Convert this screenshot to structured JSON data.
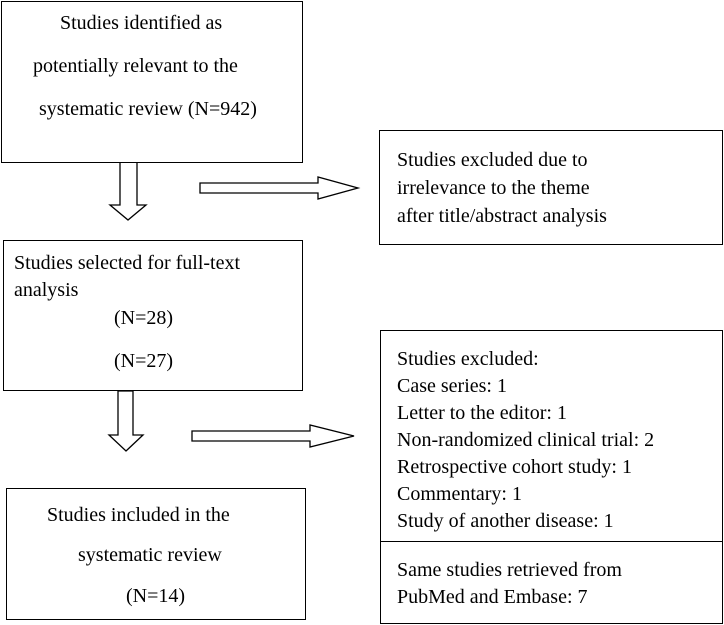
{
  "boxes": {
    "identified": {
      "lines": [
        "Studies identified as",
        "potentially relevant to the",
        "systematic review (N=942)"
      ]
    },
    "excluded_title": {
      "lines": [
        "Studies excluded due to",
        "irrelevance to the theme",
        "after title/abstract analysis"
      ]
    },
    "selected": {
      "lines": [
        "Studies selected for full-text",
        "analysis",
        "(N=28)",
        "(N=27)"
      ]
    },
    "excluded_fulltext": {
      "lines": [
        "Studies excluded:",
        "Case series: 1",
        "Letter to the editor: 1",
        "Non-randomized clinical trial: 2",
        "Retrospective cohort study: 1",
        "Commentary: 1",
        "Study of another disease: 1"
      ],
      "duplicates_lines": [
        "Same studies retrieved from",
        "PubMed and Embase: 7"
      ]
    },
    "included": {
      "lines": [
        "Studies included in the",
        "systematic review",
        "(N=14)"
      ]
    }
  }
}
